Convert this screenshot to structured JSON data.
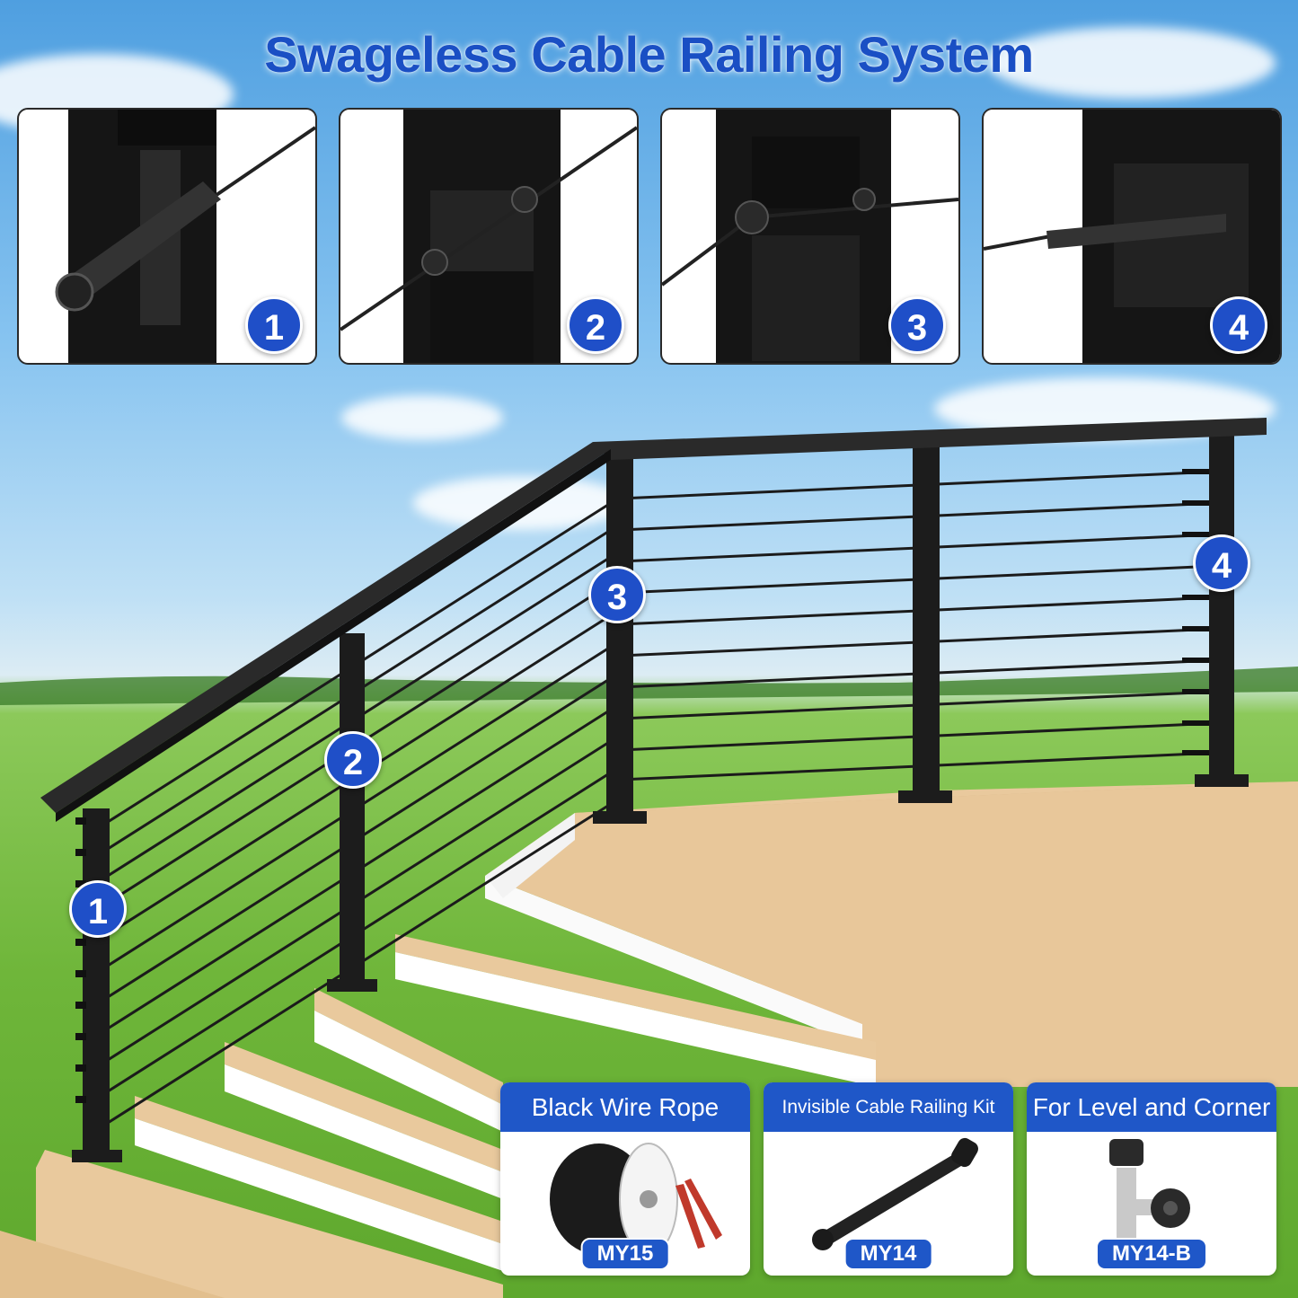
{
  "title": "Swageless Cable Railing System",
  "detail_panels": [
    {
      "number": "1",
      "name": "end-post-tensioner"
    },
    {
      "number": "2",
      "name": "intermediate-post-pass-through"
    },
    {
      "number": "3",
      "name": "angle-post-pass-through"
    },
    {
      "number": "4",
      "name": "level-end-post-tensioner"
    }
  ],
  "scene_markers": [
    "1",
    "2",
    "3",
    "4"
  ],
  "products": [
    {
      "label": "Black Wire Rope",
      "model": "MY15",
      "icon": "wire-rope-spool-icon"
    },
    {
      "label": "Invisible Cable Railing Kit",
      "model": "MY14",
      "icon": "tensioner-rod-icon"
    },
    {
      "label": "For Level and Corner",
      "model": "MY14-B",
      "icon": "corner-fitting-icon"
    }
  ],
  "colors": {
    "title": "#1a4fc4",
    "badge": "#1f4fc8",
    "product_header": "#1f57c8",
    "post": "#1c1c1c",
    "deck": "#e9c99d"
  }
}
